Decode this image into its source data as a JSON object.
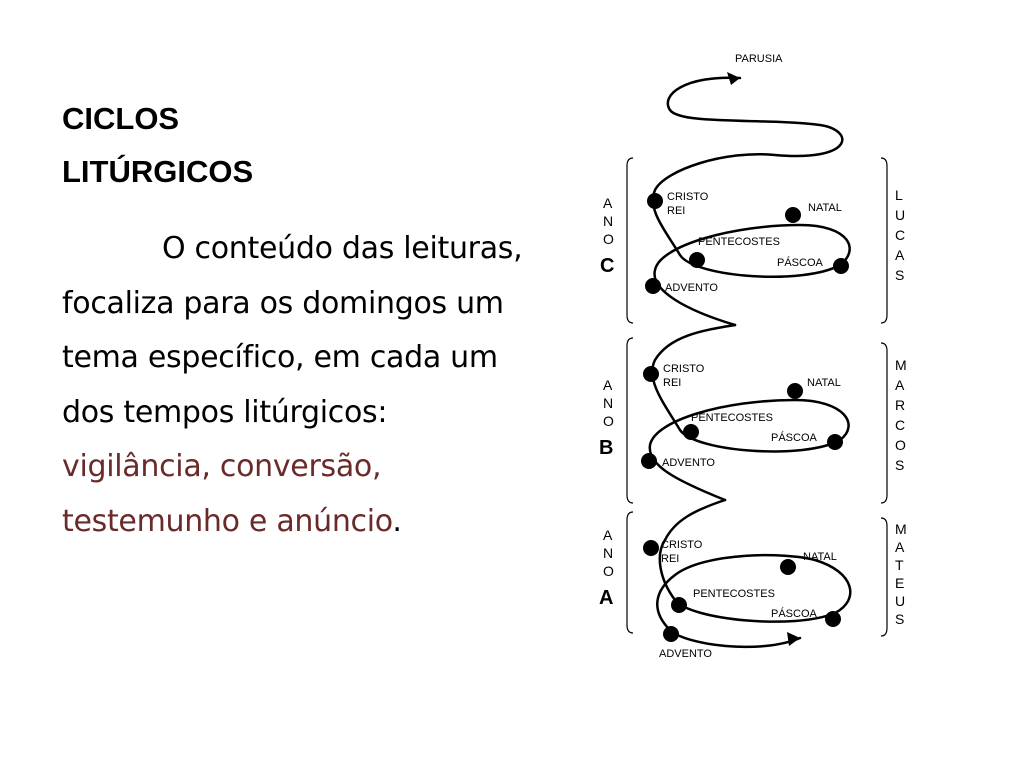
{
  "title": {
    "line1": "CICLOS",
    "line2": "LITÚRGICOS"
  },
  "body": {
    "text": "O conteúdo das leituras, focaliza para os domingos um tema específico, em cada um dos tempos litúrgicos:",
    "highlight": "vigilância, conversão, testemunho e anúncio",
    "end": "."
  },
  "colors": {
    "highlight": "#6b2a2a"
  },
  "diagram": {
    "top_label": "PARUSIA",
    "years": [
      {
        "ano": [
          "A",
          "N",
          "O"
        ],
        "letter": "C",
        "gospel": [
          "L",
          "U",
          "C",
          "A",
          "S"
        ],
        "stations": {
          "cristo": "CRISTO",
          "rei": "REI",
          "natal": "NATAL",
          "pentecostes": "PENTECOSTES",
          "pascoa": "PÁSCOA",
          "advento": "ADVENTO"
        }
      },
      {
        "ano": [
          "A",
          "N",
          "O"
        ],
        "letter": "B",
        "gospel": [
          "M",
          "A",
          "R",
          "C",
          "O",
          "S"
        ],
        "stations": {
          "cristo": "CRISTO",
          "rei": "REI",
          "natal": "NATAL",
          "pentecostes": "PENTECOSTES",
          "pascoa": "PÁSCOA",
          "advento": "ADVENTO"
        }
      },
      {
        "ano": [
          "A",
          "N",
          "O"
        ],
        "letter": "A",
        "gospel": [
          "M",
          "A",
          "T",
          "E",
          "U",
          "S"
        ],
        "stations": {
          "cristo": "CRISTO",
          "rei": "REI",
          "natal": "NATAL",
          "pentecostes": "PENTECOSTES",
          "pascoa": "PÁSCOA",
          "advento": "ADVENTO"
        }
      }
    ]
  }
}
